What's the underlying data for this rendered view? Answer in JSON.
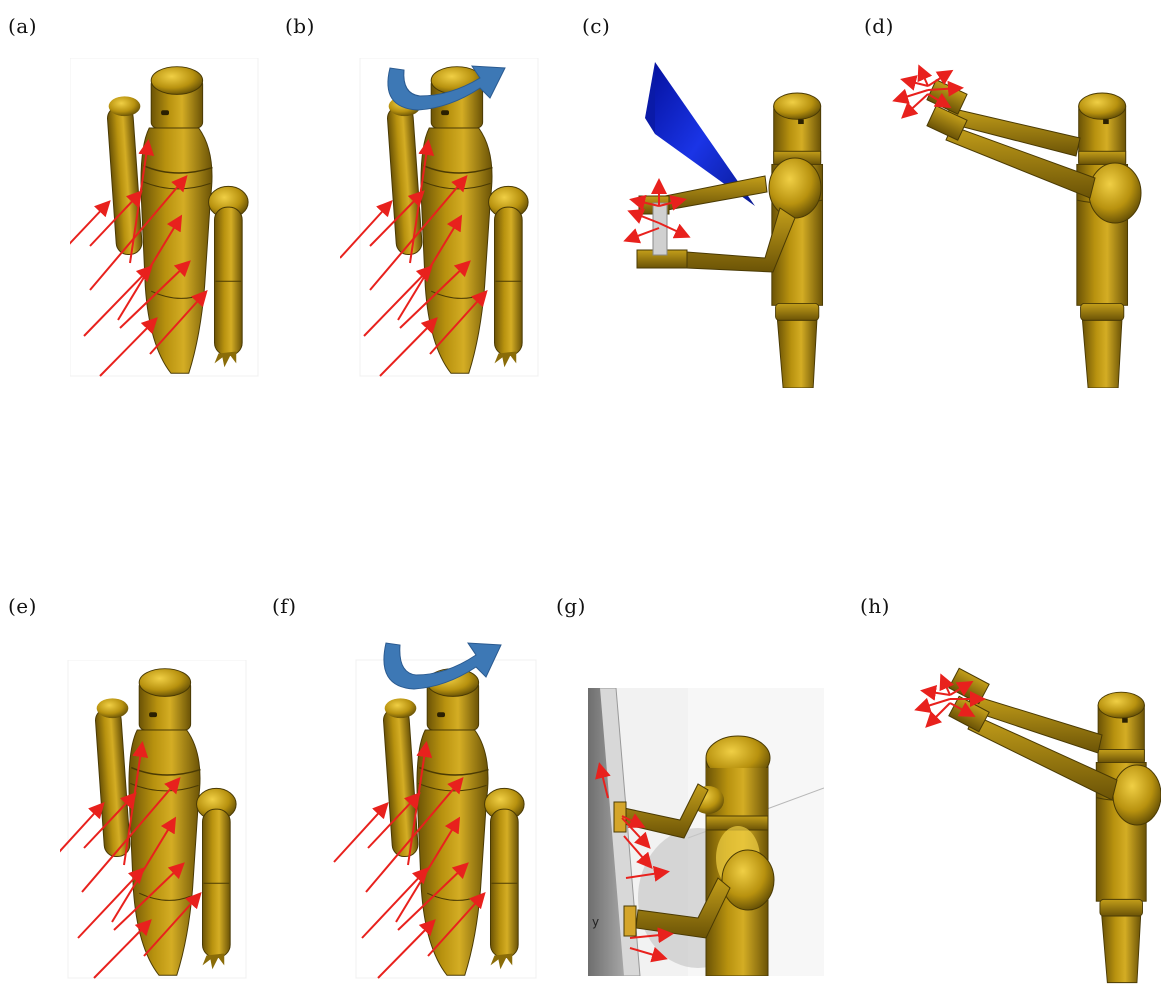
{
  "colors": {
    "body": "#a8860c",
    "body_dark": "#5e4a05",
    "body_light": "#d9b52a",
    "arrow": "#e8211d",
    "rotation_arrow": "#3d78b5",
    "blade": "#0a1ec8",
    "wall": "#8f8f8f"
  },
  "panels": [
    {
      "id": "a",
      "label": "(a)",
      "content": "mannequin-wind-front"
    },
    {
      "id": "b",
      "label": "(b)",
      "content": "mannequin-wind-rotation"
    },
    {
      "id": "c",
      "label": "(c)",
      "content": "mannequin-side-blade-hands"
    },
    {
      "id": "d",
      "label": "(d)",
      "content": "mannequin-side-hands-forces"
    },
    {
      "id": "e",
      "label": "(e)",
      "content": "mannequin-wind-front"
    },
    {
      "id": "f",
      "label": "(f)",
      "content": "mannequin-wind-rotation"
    },
    {
      "id": "g",
      "label": "(g)",
      "content": "mannequin-wall-push"
    },
    {
      "id": "h",
      "label": "(h)",
      "content": "mannequin-side-hands-forces"
    }
  ],
  "axis_letter": "y"
}
